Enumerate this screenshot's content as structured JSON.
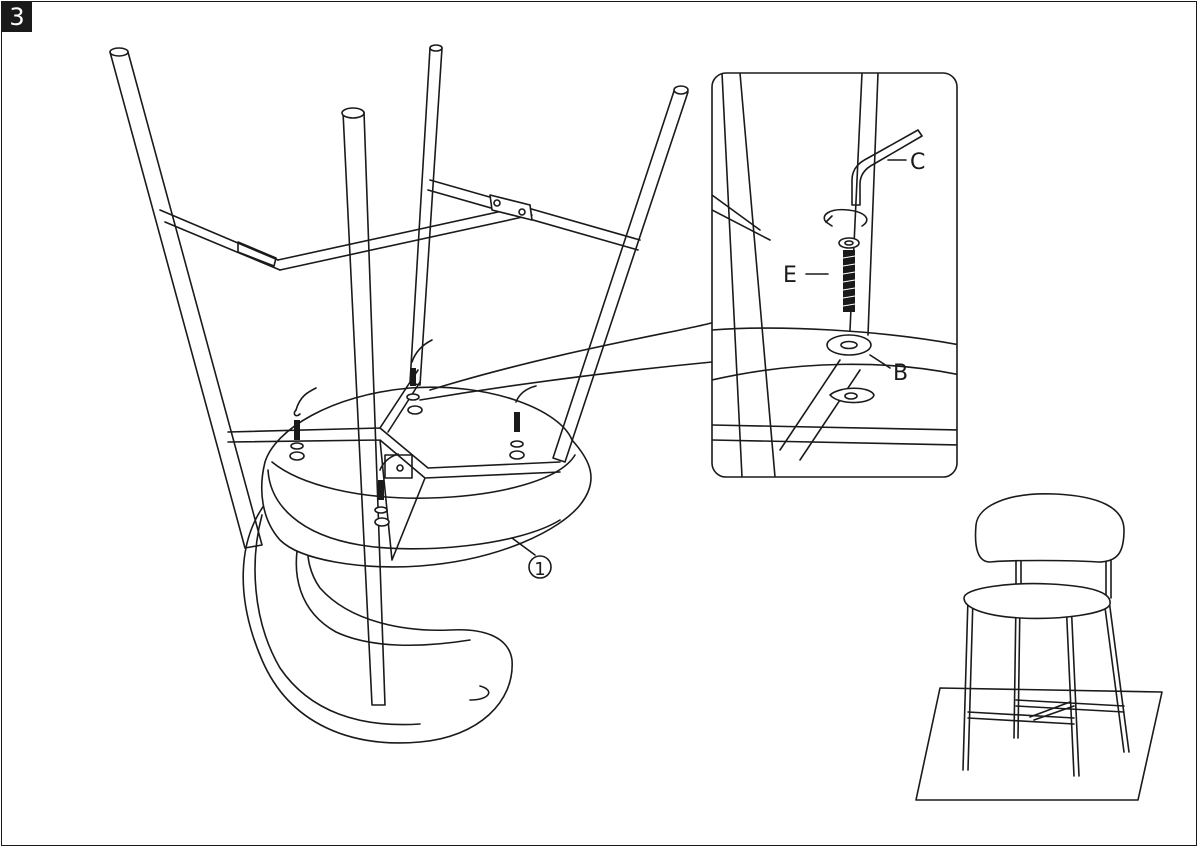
{
  "step": {
    "number": "3"
  },
  "part_callout": {
    "label": "1"
  },
  "detail": {
    "labels": {
      "c": "C",
      "e": "E",
      "b": "B"
    }
  },
  "colors": {
    "line": "#1a1a1a",
    "background": "#ffffff"
  }
}
